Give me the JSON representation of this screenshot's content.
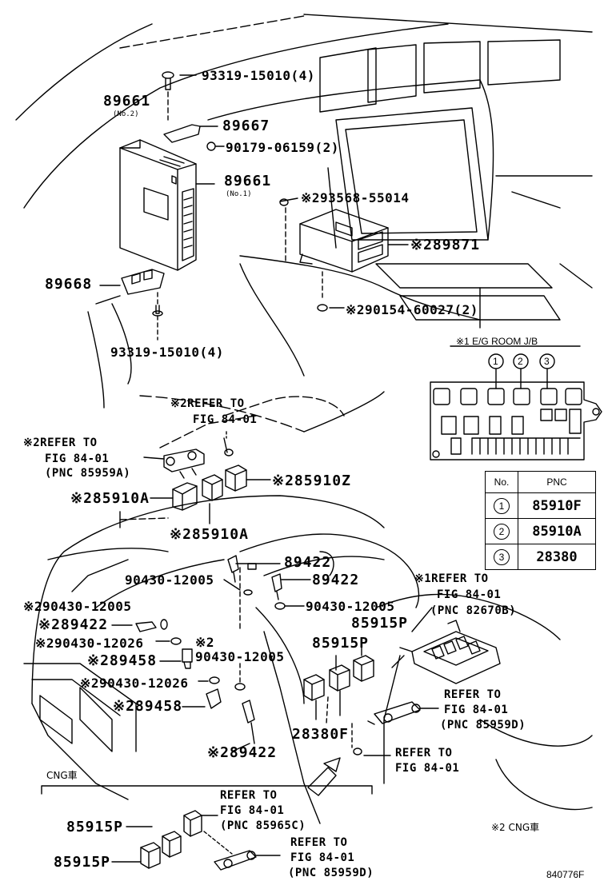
{
  "labels": {
    "l01": "93319-15010(4)",
    "l02": "89661",
    "l03": "(No.2)",
    "l04": "89667",
    "l05": "90179-06159(2)",
    "l06": "89661",
    "l07": "(No.1)",
    "l08": "※293568-55014",
    "l09": "※289871",
    "l10": "89668",
    "l11": "※290154-60027(2)",
    "l12": "93319-15010(4)",
    "l13": "※1 E/G ROOM J/B",
    "l14": "※2REFER TO",
    "l15": "FIG 84-01",
    "l16": "※2REFER TO",
    "l17": "FIG 84-01",
    "l18": "(PNC 85959A)",
    "l19": "※285910Z",
    "l20": "※285910A",
    "l21": "※285910A",
    "l22": "89422",
    "l23": "90430-12005",
    "l24": "89422",
    "l25": "※1REFER TO",
    "l26": "FIG 84-01",
    "l27": "(PNC 82670B)",
    "l28": "※290430-12005",
    "l29": "90430-12005",
    "l30": "85915P",
    "l31": "※289422",
    "l32": "85915P",
    "l33": "※290430-12026",
    "l34": "※2",
    "l35": "90430-12005",
    "l36": "※289458",
    "l37": "※290430-12026",
    "l38": "REFER TO",
    "l39": "※289458",
    "l40": "FIG 84-01",
    "l41": "(PNC 85959D)",
    "l42": "28380F",
    "l43": "※289422",
    "l44": "REFER TO",
    "l45": "FIG 84-01",
    "l46": "CNG車",
    "l47": "REFER TO",
    "l48": "FIG 84-01",
    "l49": "(PNC 85965C)",
    "l50": "85915P",
    "l51": "※2 CNG車",
    "l52": "REFER TO",
    "l53": "FIG 84-01",
    "l54": "(PNC 85959D)",
    "l55": "85915P",
    "l56": "840776F"
  },
  "fuse_numbers": [
    "1",
    "2",
    "3"
  ],
  "pnc_table": {
    "header_no": "No.",
    "header_pnc": "PNC",
    "rows": [
      {
        "no": "1",
        "pnc": "85910F"
      },
      {
        "no": "2",
        "pnc": "85910A"
      },
      {
        "no": "3",
        "pnc": "28380"
      }
    ]
  }
}
